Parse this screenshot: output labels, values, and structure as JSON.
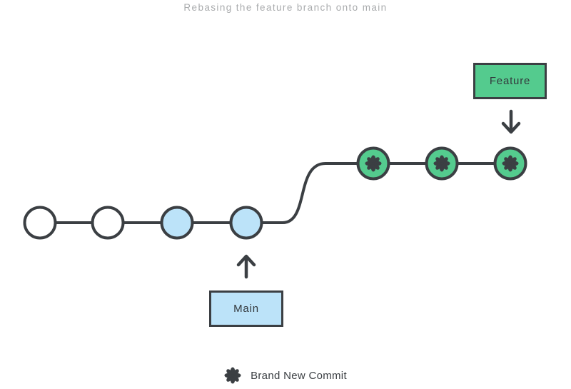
{
  "title": "Rebasing the feature branch onto main",
  "feature": {
    "label": "Feature"
  },
  "main": {
    "label": "Main"
  },
  "legend": {
    "label": "Brand New Commit",
    "icon": "brand-new-commit-asterisk"
  },
  "graph": {
    "type": "git-commit-diagram",
    "main_branch": {
      "commits": [
        "plain",
        "plain",
        "highlighted",
        "highlighted"
      ],
      "highlight_color": "#BCE3F9",
      "plain_color": "#FFFFFF",
      "pointer": "Main"
    },
    "feature_branch": {
      "commits": [
        "brand-new",
        "brand-new",
        "brand-new"
      ],
      "node_color": "#54CB8E",
      "marker": "asterisk",
      "pointer": "Feature"
    }
  },
  "colors": {
    "outline": "#3B3F43",
    "feature_green": "#54CB8E",
    "main_blue": "#BCE3F9",
    "title_gray": "#A9ABAD",
    "background": "#FFFFFF"
  }
}
